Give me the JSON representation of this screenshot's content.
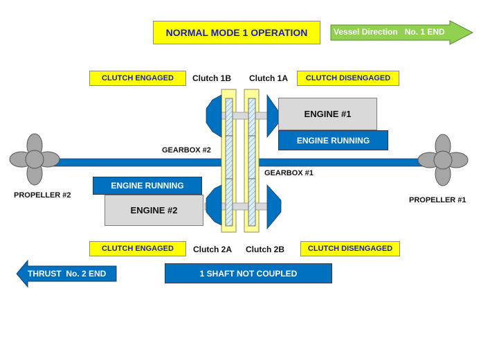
{
  "title": "NORMAL  MODE 1 OPERATION",
  "vessel_direction": {
    "label": "Vessel Direction   No. 1 END",
    "color": "#92d050"
  },
  "thrust": {
    "label": "THRUST  No. 2 END",
    "color": "#0070c0"
  },
  "shaft_status": "1 SHAFT NOT COUPLED",
  "clutches": {
    "c1b": {
      "name": "Clutch 1B",
      "status": "CLUTCH  ENGAGED"
    },
    "c1a": {
      "name": "Clutch 1A",
      "status": "CLUTCH  DISENGAGED"
    },
    "c2a": {
      "name": "Clutch 2A",
      "status": "CLUTCH  ENGAGED"
    },
    "c2b": {
      "name": "Clutch 2B",
      "status": "CLUTCH  DISENGAGED"
    }
  },
  "engines": {
    "e1": {
      "name": "ENGINE  #1",
      "status": "ENGINE  RUNNING"
    },
    "e2": {
      "name": "ENGINE  #2",
      "status": "ENGINE RUNNING"
    }
  },
  "gearboxes": {
    "g1": "GEARBOX #1",
    "g2": "GEARBOX #2"
  },
  "propellers": {
    "p1": "PROPELLER #1",
    "p2": "PROPELLER #2"
  },
  "colors": {
    "status_yellow": "#ffff00",
    "running_blue": "#0070c0",
    "clutch_frame": "#ffff99",
    "engine_gray": "#d9d9d9"
  }
}
